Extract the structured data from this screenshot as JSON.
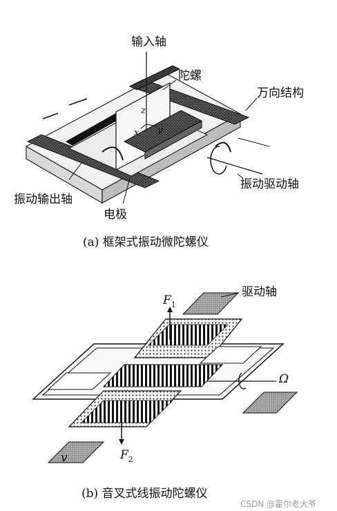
{
  "figure_a": {
    "caption": "(a)  框架式振动微陀螺仪",
    "labels": {
      "input_axis": "输入轴",
      "gyro": "陀螺",
      "gimbal": "万向结构",
      "vib_output_axis": "振动输出轴",
      "electrode": "电极",
      "vib_drive_axis": "振动驱动轴"
    },
    "axes": {
      "z": "z",
      "x": "x",
      "y": "y"
    }
  },
  "figure_b": {
    "caption": "(b)  音叉式线振动陀螺仪",
    "labels": {
      "drive_axis": "驱动轴",
      "f1": "F",
      "f1_sub": "1",
      "f2": "F",
      "f2_sub": "2",
      "omega": "Ω",
      "v": "v"
    }
  },
  "watermark": "CSDN @霍尔老大爷"
}
